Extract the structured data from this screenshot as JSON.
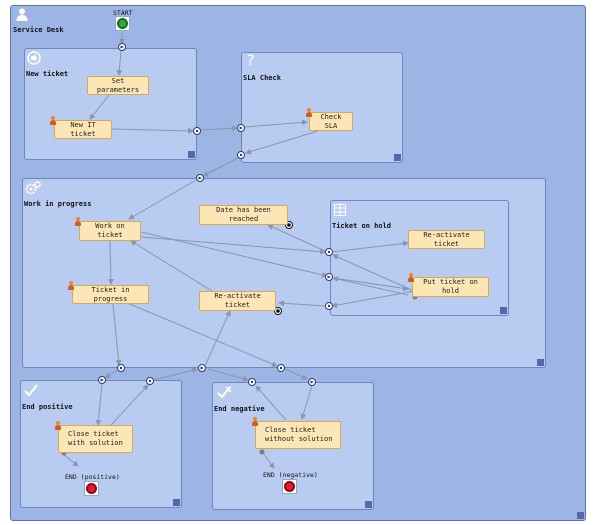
{
  "pool": {
    "title": "Service Desk"
  },
  "start": {
    "label": "START"
  },
  "lanes": {
    "new_ticket": {
      "title": "New ticket"
    },
    "sla_check": {
      "title": "SLA Check"
    },
    "work_in_progress": {
      "title": "Work in progress"
    },
    "ticket_on_hold": {
      "title": "Ticket on hold"
    },
    "end_positive": {
      "title": "End positive"
    },
    "end_negative": {
      "title": "End negative"
    }
  },
  "tasks": {
    "set_parameters": "Set parameters",
    "new_it_ticket": "New IT ticket",
    "check_sla": "Check SLA",
    "date_reached": "Date has been reached",
    "work_on_ticket": "Work on ticket",
    "ticket_in_progress": "Ticket in progress",
    "reactivate_main": "Re-activate ticket",
    "reactivate_hold": "Re-activate ticket",
    "put_on_hold": "Put ticket on hold",
    "close_with_solution": "Close ticket with solution",
    "close_without_solution": "Close ticket without solution"
  },
  "ends": {
    "positive": "END (positive)",
    "negative": "END (negative)"
  },
  "colors": {
    "pool": "#9db5e5",
    "lane": "#b8ccf1",
    "task": "#fde6b6",
    "start": "#2eaa3a",
    "end": "#e61d2a",
    "connector": "#8a96ad"
  },
  "icons": [
    "user-icon",
    "arrow-circle-icon",
    "question-icon",
    "gears-icon",
    "grid-icon",
    "checkmark-icon",
    "warning-check-icon",
    "person-icon",
    "timer-icon"
  ]
}
